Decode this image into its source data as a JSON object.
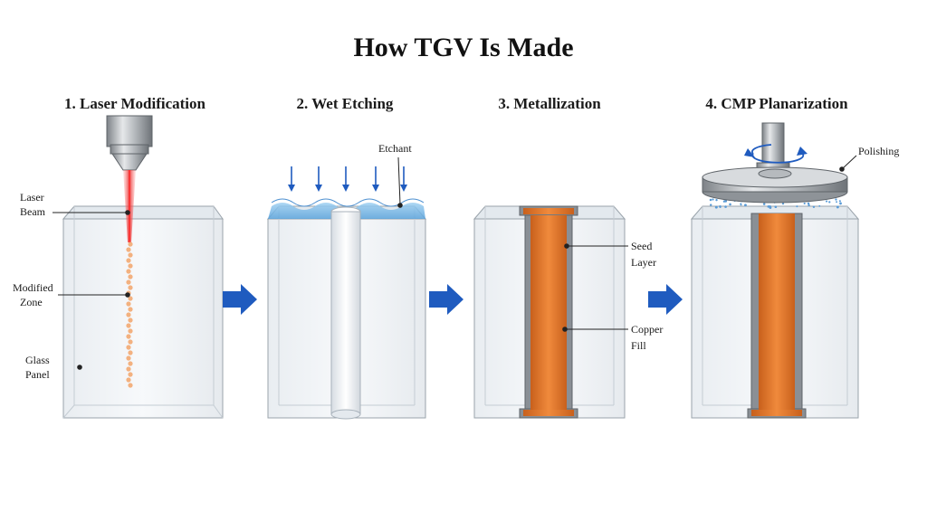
{
  "title": "How TGV Is Made",
  "steps": [
    {
      "label": "1. Laser Modification"
    },
    {
      "label": "2. Wet Etching"
    },
    {
      "label": "3. Metallization"
    },
    {
      "label": "4. CMP Planarization"
    }
  ],
  "callouts": {
    "laser_beam": [
      "Laser",
      "Beam"
    ],
    "modified_zone": [
      "Modified",
      "Zone"
    ],
    "glass_panel": [
      "Glass",
      "Panel"
    ],
    "etchant": "Etchant",
    "seed_layer": [
      "Seed",
      "Layer"
    ],
    "copper_fill": [
      "Copper",
      "Fill"
    ],
    "polishing": "Polishing"
  },
  "colors": {
    "arrow": "#1f5bbf",
    "copper": "#e07a2e",
    "laser": "#e83b3b",
    "etchant": "#6aaee0",
    "glass": "#eef2f5",
    "seed": "#8a8f95"
  },
  "icons": {
    "process_arrow": "right-arrow-icon",
    "rotation": "rotation-arrow-icon",
    "etch_flow": "down-arrow-icon"
  }
}
